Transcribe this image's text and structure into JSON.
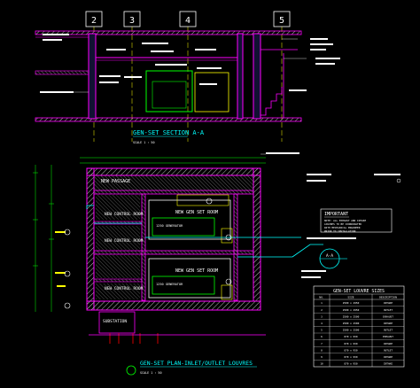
{
  "drawing": {
    "colors": {
      "background": "#000000",
      "walls": "#ff00ff",
      "text": "#ffffff",
      "hatch": "#ffffff",
      "dims": "#00ff00",
      "water": "#00ffff",
      "tags": "#ffff00",
      "louvre": "#ff0000"
    },
    "grid_bubbles": [
      "2",
      "3",
      "4",
      "5"
    ],
    "section_title": "GEN-SET SECTION A-A",
    "section_scale": "SCALE 1 : 50",
    "plan_title": "GEN-SET PLAN-INLET/OUTLET LOUVRES",
    "plan_scale": "SCALE 1 : 50",
    "rooms": {
      "new_passage": "NEW PASSAGE",
      "new_genset_room_top": "NEW GEN SET ROOM",
      "new_genset_room_bottom": "NEW GEN SET ROOM",
      "new_control_room_top": "NEW CONTROL ROOM",
      "new_control_room_mid": "NEW CONTROL ROOM",
      "new_control_room_bottom": "NEW CONTROL ROOM",
      "substation": "SUBSTATION"
    },
    "equipment": {
      "genset_top": "1250 GENERATOR",
      "genset_bottom": "1250 GENERATOR"
    },
    "important_note": {
      "title": "IMPORTANT",
      "lines": [
        "NOTE: ALL EXHAUST AND INTAKE",
        "LOUVRES TO BE COORDINATED",
        "WITH MECHANICAL ENGINEER",
        "PRIOR TO INSTALLATION"
      ]
    },
    "section_bubble": "A-A",
    "louvre_table": {
      "title": "GEN-SET LOUVRE SIZES",
      "headers": [
        "NO.",
        "SIZE",
        "DESCRIPTION"
      ],
      "rows": [
        {
          "no": "1",
          "size": "2500 x 2950",
          "desc": "INTAKE"
        },
        {
          "no": "2",
          "size": "2500 x 2950",
          "desc": "OUTLET"
        },
        {
          "no": "3",
          "size": "2500 x 2500",
          "desc": "EXHAUST"
        },
        {
          "no": "4",
          "size": "2500 x 2500",
          "desc": "INTAKE"
        },
        {
          "no": "5",
          "size": "2500 x 2500",
          "desc": "OUTLET"
        },
        {
          "no": "6",
          "size": "870 x 950",
          "desc": "EXHAUST"
        },
        {
          "no": "7",
          "size": "870 x 950",
          "desc": "INTAKE"
        },
        {
          "no": "8",
          "size": "870 x 950",
          "desc": "OUTLET"
        },
        {
          "no": "9",
          "size": "870 x 950",
          "desc": "INTAKE"
        },
        {
          "no": "10",
          "size": "870 x 950",
          "desc": "INTAKE"
        }
      ]
    }
  }
}
